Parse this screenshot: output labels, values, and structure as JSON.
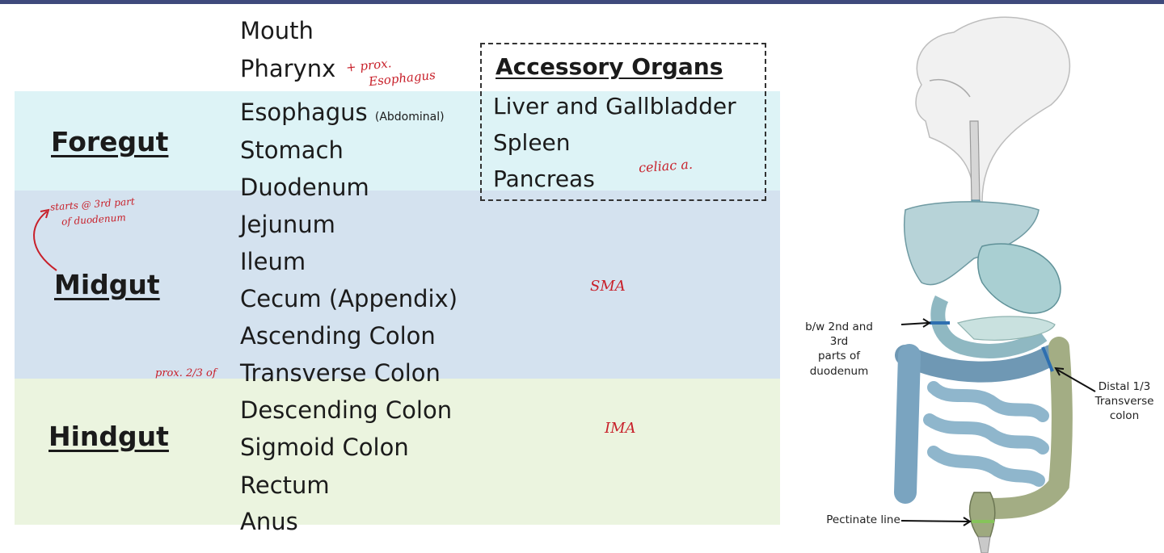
{
  "regions": {
    "foregut": "Foregut",
    "midgut": "Midgut",
    "hindgut": "Hindgut"
  },
  "organs": [
    "Mouth",
    "Pharynx",
    "Esophagus",
    "Stomach",
    "Duodenum",
    "Jejunum",
    "Ileum",
    "Cecum (Appendix)",
    "Ascending Colon",
    "Transverse Colon",
    "Descending Colon",
    "Sigmoid Colon",
    "Rectum",
    "Anus"
  ],
  "esophagus_note": "(Abdominal)",
  "accessory": {
    "title": "Accessory Organs",
    "items": [
      "Liver and Gallbladder",
      "Spleen",
      "Pancreas"
    ]
  },
  "annotations": {
    "pharynx_line1": "+ prox.",
    "pharynx_line2": "Esophagus",
    "celiac": "celiac a.",
    "midgut_start_line1": "starts @ 3rd part",
    "midgut_start_line2": "of duodenum",
    "sma": "SMA",
    "ima": "IMA",
    "transverse": "prox. 2/3 of"
  },
  "figure_labels": {
    "duodenum_line1": "b/w 2nd and 3rd",
    "duodenum_line2": "parts of",
    "duodenum_line3": "duodenum",
    "distal_line1": "Distal 1/3",
    "distal_line2": "Transverse",
    "distal_line3": "colon",
    "pectinate": "Pectinate line"
  },
  "colors": {
    "foregut_band": "#ddf3f6",
    "midgut_band": "#d4e2ef",
    "hindgut_band": "#ebf4df",
    "annotation_red": "#c8202a"
  }
}
